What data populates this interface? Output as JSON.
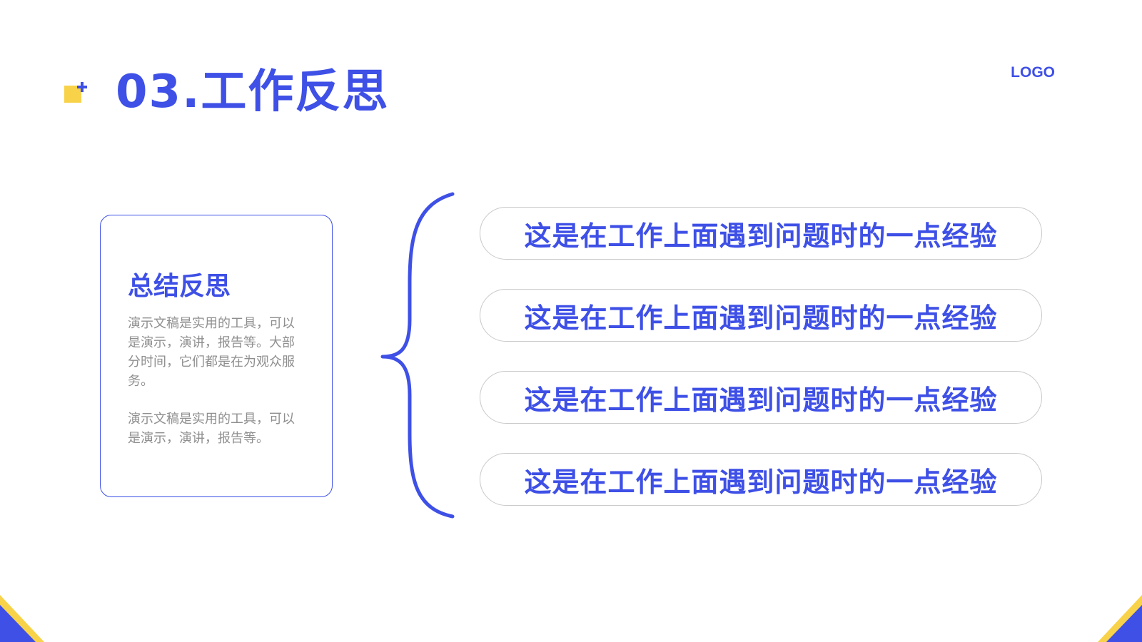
{
  "header": {
    "title": "03.工作反思",
    "logo": "LOGO"
  },
  "summary": {
    "title": "总结反思",
    "paragraph_1": "演示文稿是实用的工具，可以是演示，演讲，报告等。大部分时间，它们都是在为观众服务。",
    "paragraph_2": "演示文稿是实用的工具，可以是演示，演讲，报告等。"
  },
  "items": [
    {
      "text": "这是在工作上面遇到问题时的一点经验"
    },
    {
      "text": "这是在工作上面遇到问题时的一点经验"
    },
    {
      "text": "这是在工作上面遇到问题时的一点经验"
    },
    {
      "text": "这是在工作上面遇到问题时的一点经验"
    }
  ],
  "colors": {
    "accent_blue": "#3e50e6",
    "accent_yellow": "#f8d34a",
    "body_text_gray": "#8f8f8f",
    "pill_border": "#c9c9c9"
  },
  "icons": {
    "title_decoration": "yellow-square-plus-icon",
    "brace": "curly-brace",
    "corners": "triangle-corner-decoration"
  }
}
